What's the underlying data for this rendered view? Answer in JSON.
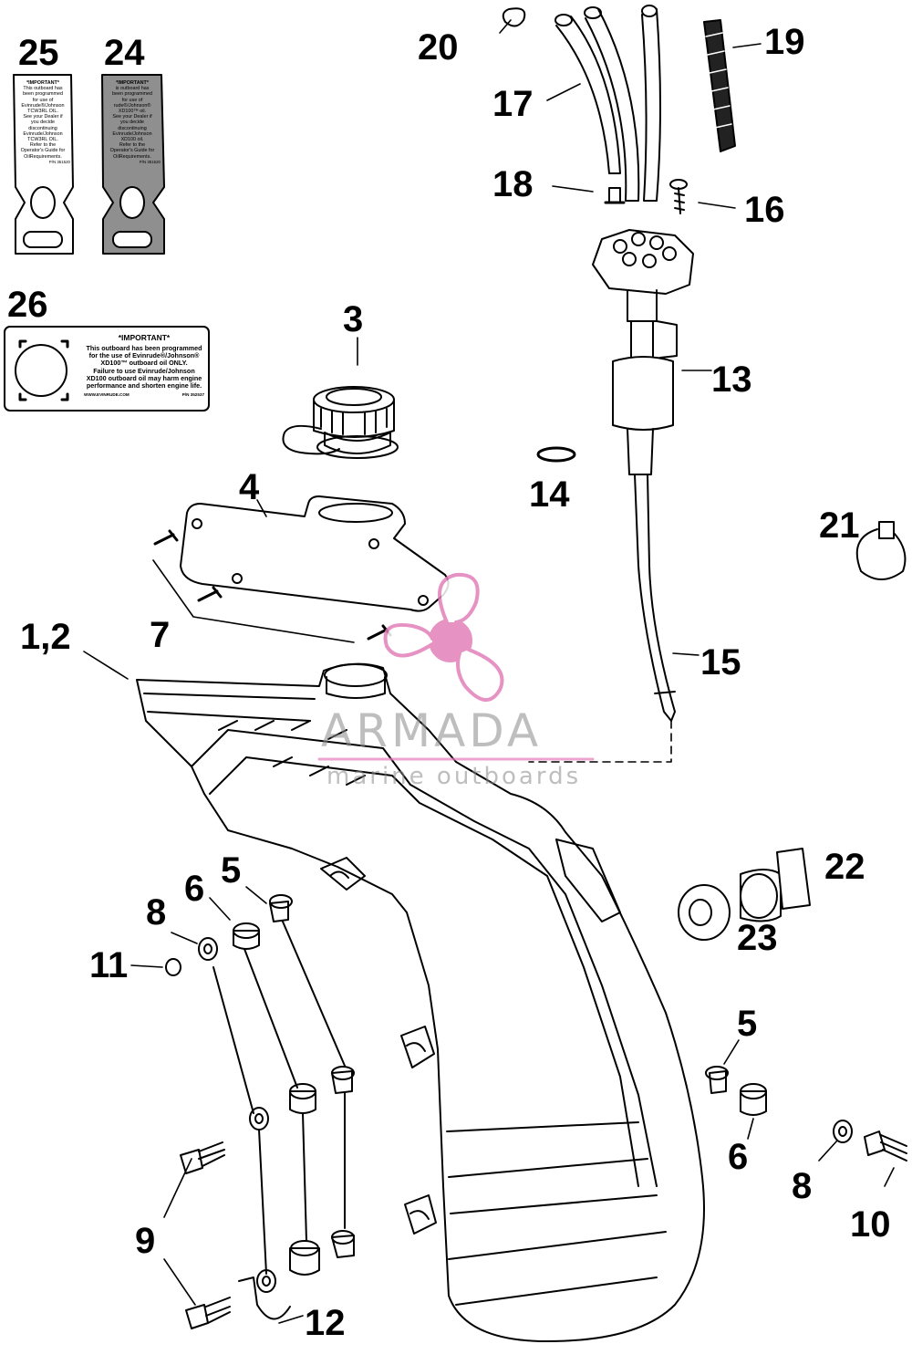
{
  "callouts": {
    "p25": "25",
    "p24": "24",
    "p26": "26",
    "p3": "3",
    "p4": "4",
    "p7": "7",
    "p12a": "1,2",
    "p20": "20",
    "p19": "19",
    "p17": "17",
    "p18": "18",
    "p16": "16",
    "p13": "13",
    "p14": "14",
    "p21": "21",
    "p15": "15",
    "p22": "22",
    "p23": "23",
    "p5a": "5",
    "p6a": "6",
    "p8a": "8",
    "p11": "11",
    "p5b": "5",
    "p6b": "6",
    "p8b": "8",
    "p10": "10",
    "p9": "9",
    "p12": "12"
  },
  "decal25": {
    "heading": "*IMPORTANT*",
    "lines": [
      "This outboard has",
      "been programmed",
      "for use of",
      "Evinrude®/Johnson",
      "TCW3RL OIL.",
      "See your Dealer if",
      "you decide",
      "discontinuing",
      "Evinrude/Johnson",
      "TCW3RL OIL.",
      "Refer to the",
      "Operator's Guide for",
      "OilRequirements."
    ],
    "part_no": "P/N 351520"
  },
  "decal24": {
    "heading": "*IMPORTANT*",
    "lines": [
      "is outboard has",
      "been programmed",
      "for use of",
      "rude®/Johnson®",
      "XD100™ oil.",
      "See your Dealer if",
      "you decide",
      "discontinuing",
      "Evinrude/Johnson",
      "XD100 oil.",
      "Refer to the",
      "Operator's Guide for",
      "OilRequirements."
    ],
    "part_no": "P/N 351520"
  },
  "decal26": {
    "heading": "*IMPORTANT*",
    "lines": [
      "This outboard has been programmed",
      "for the use of Evinrude®/Johnson®",
      "XD100™ outboard oil ONLY.",
      "Failure to use Evinrude/Johnson",
      "XD100 outboard oil may harm engine",
      "performance and shorten engine life."
    ],
    "url": "WWW.EVINRUDE.COM",
    "part_no": "P/N 352537"
  },
  "watermark": {
    "name": "ARMADA",
    "tagline": "marine outboards",
    "color": "#e27fb9"
  }
}
